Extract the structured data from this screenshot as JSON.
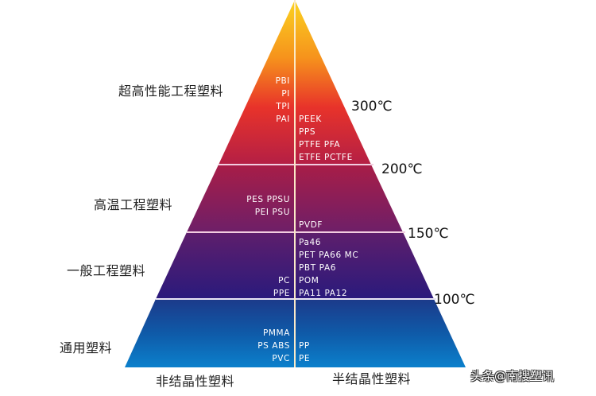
{
  "diagram": {
    "type": "pyramid",
    "colors": {
      "top": "#f9c11b",
      "upper": "#e8332a",
      "mid_upper": "#b41f45",
      "mid": "#6b1f6b",
      "lower_mid": "#2c1a7a",
      "bottom": "#0e7cc8",
      "divider": "#f4d2e6"
    },
    "tiers": [
      {
        "name": "超高性能工程塑料",
        "temperature": "300℃",
        "amorphous": [
          "PBI",
          "PI",
          "TPI",
          "PAI"
        ],
        "semi_crystalline": [
          "PEEK",
          "PPS",
          "PTFE  PFA",
          "ETFE  PCTFE"
        ]
      },
      {
        "name": "高温工程塑料",
        "temperature": "200℃",
        "amorphous": [
          "PES  PPSU",
          "PEI  PSU"
        ],
        "semi_crystalline": [
          "PVDF"
        ]
      },
      {
        "name": "一般工程塑料",
        "temperature": "150℃",
        "amorphous": [
          "PC",
          "PPE"
        ],
        "semi_crystalline": [
          "Pa46",
          "PET  PA66  MC",
          "PBT  PA6",
          "POM",
          "PA11  PA12"
        ]
      },
      {
        "name": "通用塑料",
        "temperature": "100℃",
        "amorphous": [
          "PMMA",
          "PS  ABS",
          "PVC"
        ],
        "semi_crystalline": [
          "PP",
          "PE"
        ]
      }
    ],
    "bottom_labels": {
      "left": "非结晶性塑料",
      "right": "半结晶性塑料"
    },
    "watermark": "头条@南搜塑讯"
  }
}
